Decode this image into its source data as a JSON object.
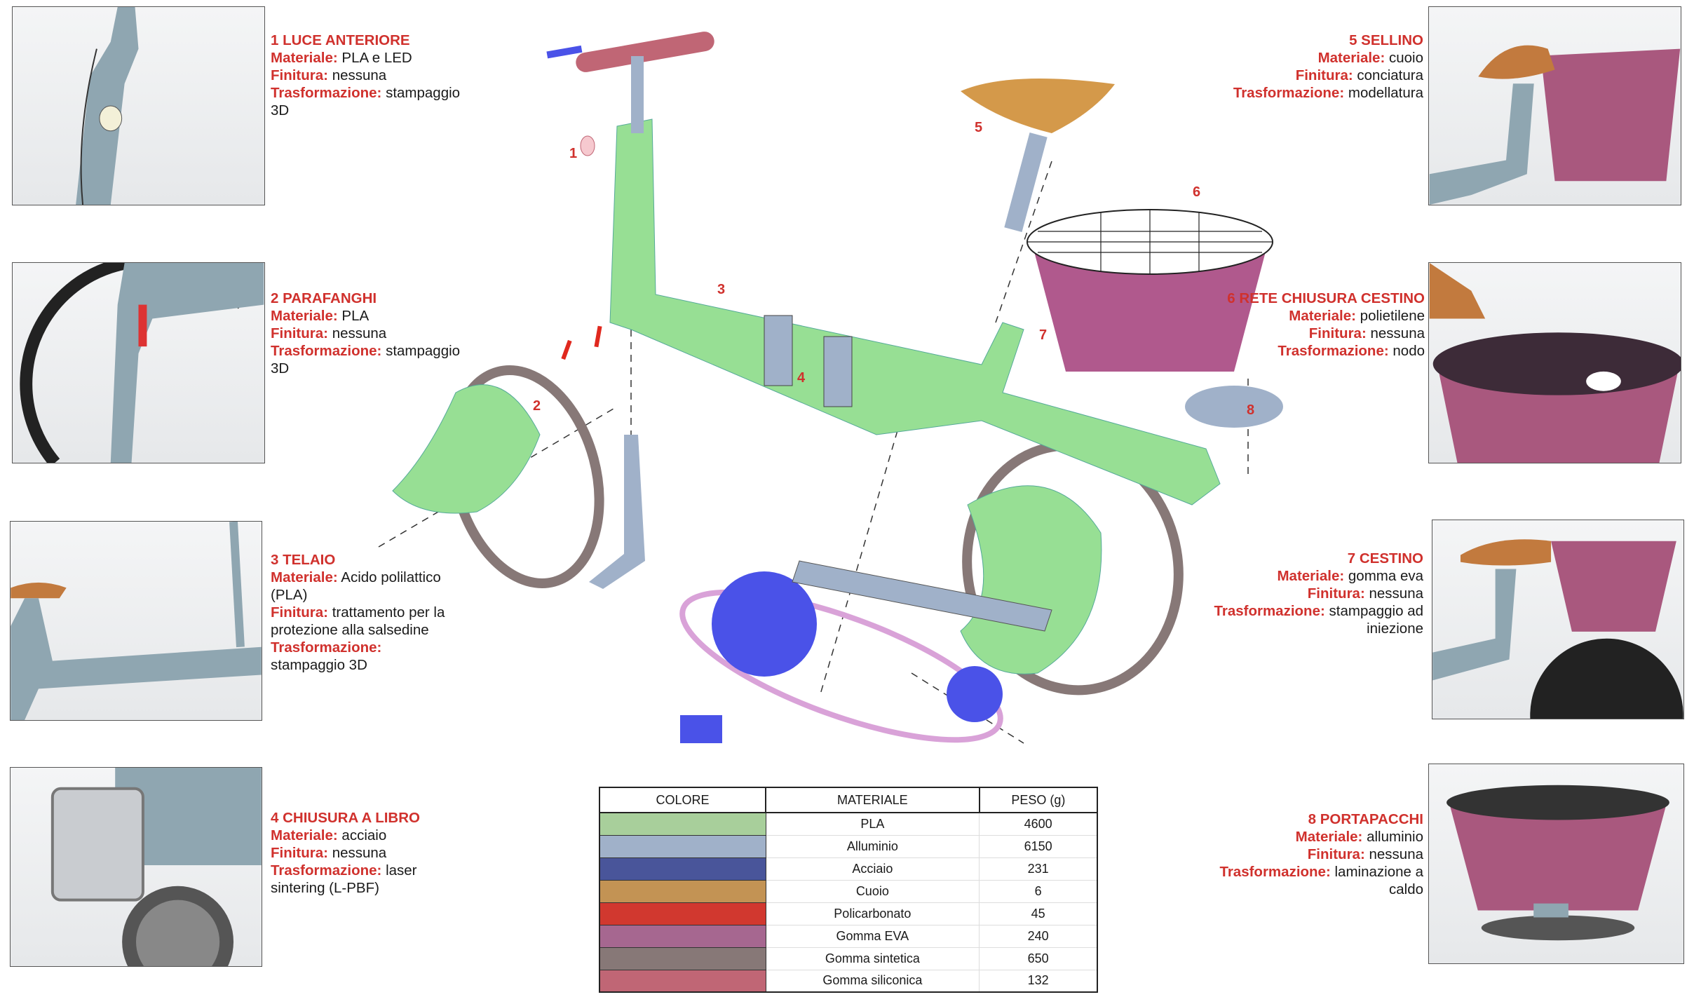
{
  "components": [
    {
      "title": "1 LUCE ANTERIORE",
      "materiale": "PLA e LED",
      "finitura": "nessuna",
      "trasformazione": "stampaggio 3D"
    },
    {
      "title": "2 PARAFANGHI",
      "materiale": "PLA",
      "finitura": "nessuna",
      "trasformazione": "stampaggio 3D"
    },
    {
      "title": "3 TELAIO",
      "materiale": "Acido polilattico (PLA)",
      "finitura": "trattamento per la protezione alla salsedine",
      "trasformazione": "stampaggio 3D"
    },
    {
      "title": "4 CHIUSURA A LIBRO",
      "materiale": "acciaio",
      "finitura": "nessuna",
      "trasformazione": "laser sintering (L-PBF)"
    },
    {
      "title": "5 SELLINO",
      "materiale": "cuoio",
      "finitura": "conciatura",
      "trasformazione": "modellatura"
    },
    {
      "title": "6 RETE CHIUSURA CESTINO",
      "materiale": "polietilene",
      "finitura": "nessuna",
      "trasformazione": "nodo"
    },
    {
      "title": "7 CESTINO",
      "materiale": "gomma eva",
      "finitura": "nessuna",
      "trasformazione": "stampaggio ad iniezione"
    },
    {
      "title": "8 PORTAPACCHI",
      "materiale": "alluminio",
      "finitura": "nessuna",
      "trasformazione": "laminazione a caldo"
    }
  ],
  "labels": {
    "materiale": "Materiale:",
    "finitura": "Finitura:",
    "trasformazione": "Trasformazione:"
  },
  "callouts": [
    "1",
    "2",
    "3",
    "4",
    "5",
    "6",
    "7",
    "8"
  ],
  "table": {
    "headers": [
      "COLORE",
      "MATERIALE",
      "PESO (g)"
    ],
    "rows": [
      {
        "color": "#a8cf9b",
        "materiale": "PLA",
        "peso": "4600"
      },
      {
        "color": "#a0b1c9",
        "materiale": "Alluminio",
        "peso": "6150"
      },
      {
        "color": "#49559a",
        "materiale": "Acciaio",
        "peso": "231"
      },
      {
        "color": "#c39354",
        "materiale": "Cuoio",
        "peso": "6"
      },
      {
        "color": "#d1382f",
        "materiale": "Policarbonato",
        "peso": "45"
      },
      {
        "color": "#a66790",
        "materiale": "Gomma EVA",
        "peso": "240"
      },
      {
        "color": "#877877",
        "materiale": "Gomma sintetica",
        "peso": "650"
      },
      {
        "color": "#c06675",
        "materiale": "Gomma siliconica",
        "peso": "132"
      }
    ]
  }
}
